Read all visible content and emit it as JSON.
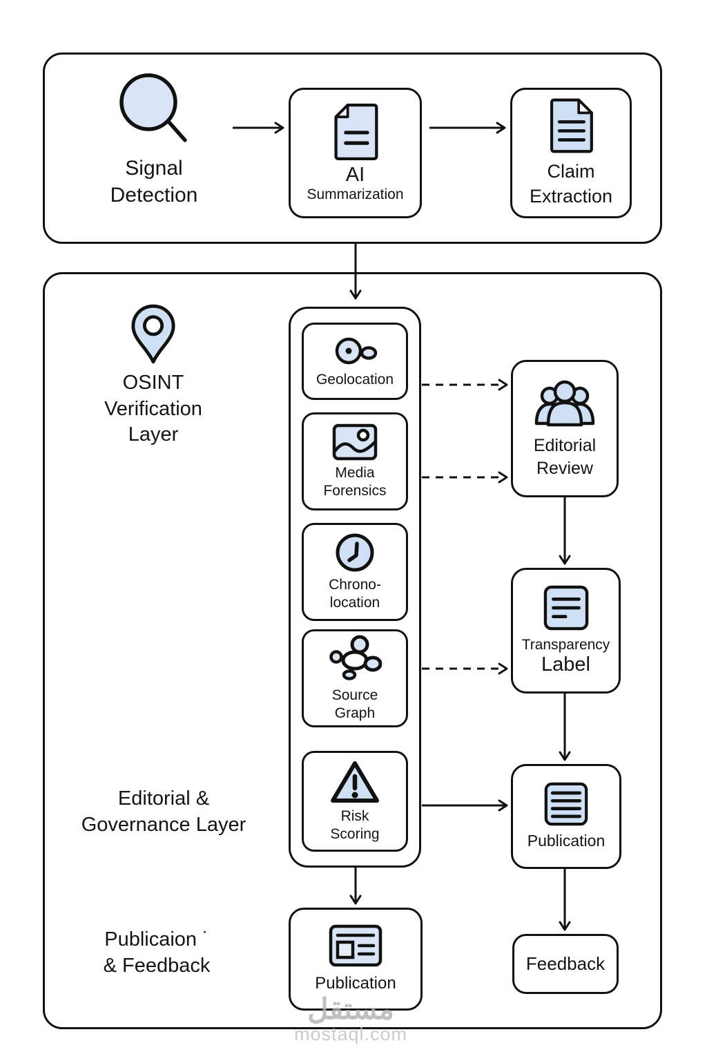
{
  "colors": {
    "ink": "#141414",
    "line": "#111111",
    "icon_fill": "#d9e5f7",
    "icon_fill_soft": "#cfdff4",
    "box_bg": "#ffffff"
  },
  "top_section": {
    "signal_detection": {
      "icon": "magnifier-icon",
      "label": "Signal\nDetection"
    },
    "ai_summarization": {
      "icon": "document-icon",
      "title": "AI",
      "subtitle": "Summarization"
    },
    "claim_extraction": {
      "icon": "document-lines-icon",
      "label": "Claim\nExtraction"
    }
  },
  "main_section": {
    "osint": {
      "icon": "map-pin-icon",
      "label": "OSINT\nVerification\nLayer"
    },
    "governance_label": "Editorial &\nGovernance Layer",
    "publication_feedback_label": "Publicaion ˙\n& Feedback",
    "stack": {
      "items": [
        {
          "icon": "globe-location-icon",
          "label": "Geolocation"
        },
        {
          "icon": "image-icon",
          "label": "Media\nForensics"
        },
        {
          "icon": "clock-icon",
          "label": "Chrono-\nlocation"
        },
        {
          "icon": "network-graph-icon",
          "label": "Source\nGraph"
        },
        {
          "icon": "warning-triangle-icon",
          "label": "Risk\nScoring"
        }
      ]
    },
    "editorial_review": {
      "icon": "people-group-icon",
      "label": "Editorial\nReview"
    },
    "transparency": {
      "icon": "label-lines-icon",
      "title": "Transparency",
      "subtitle": "Label"
    },
    "publication_right": {
      "icon": "article-lines-icon",
      "label": "Publication"
    },
    "feedback": {
      "label": "Feedback"
    },
    "publication_bottom": {
      "icon": "newspaper-icon",
      "label": "Publication"
    }
  },
  "watermark": {
    "arabic": "مستقل",
    "latin": "mostaql.com"
  }
}
